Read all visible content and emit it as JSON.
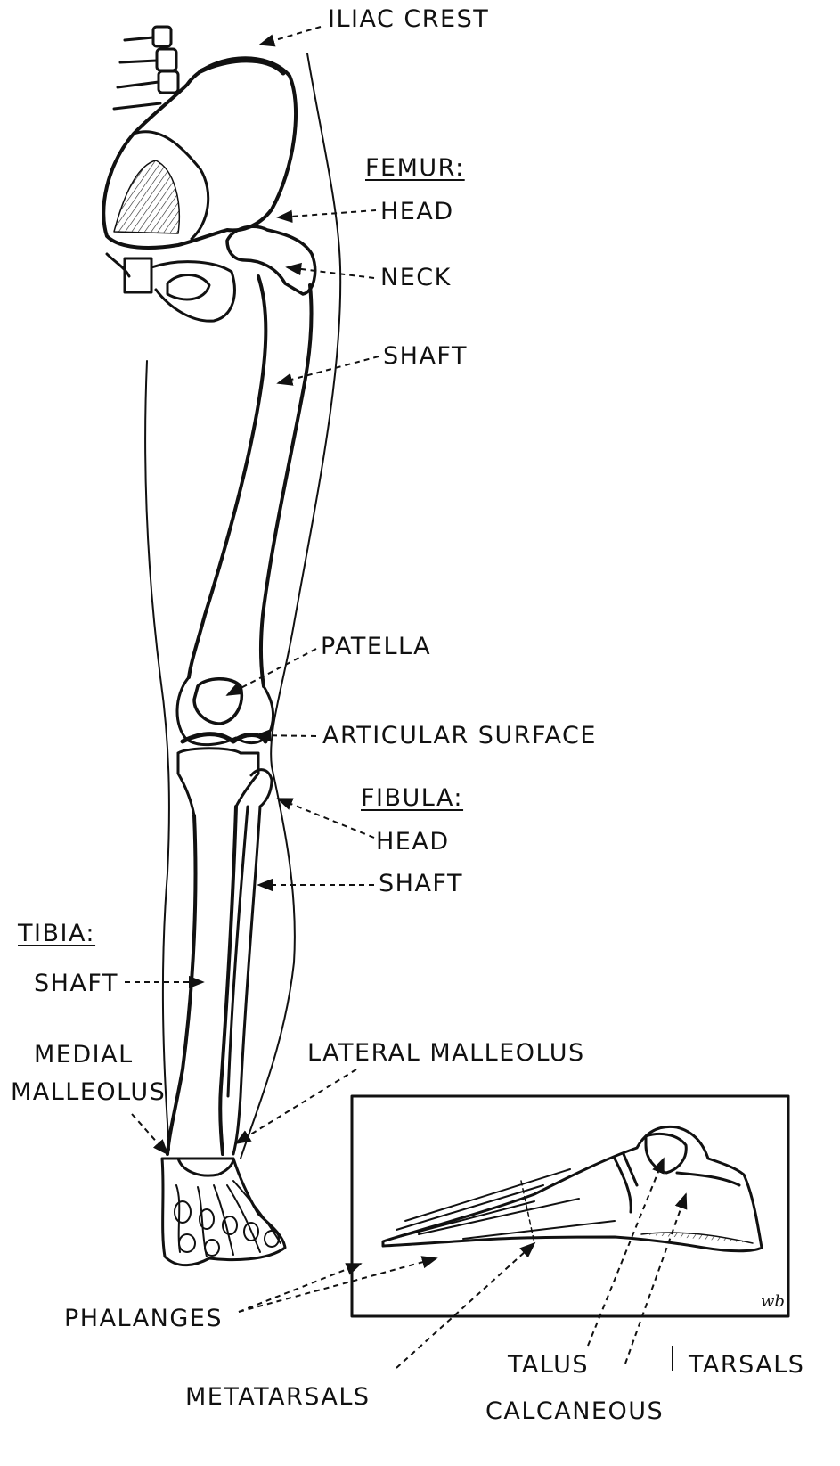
{
  "labels": {
    "iliac_crest": "ILIAC CREST",
    "femur": "FEMUR:",
    "femur_head": "HEAD",
    "femur_neck": "NECK",
    "femur_shaft": "SHAFT",
    "patella": "PATELLA",
    "articular_surface": "ARTICULAR  SURFACE",
    "fibula": "FIBULA:",
    "fibula_head": "HEAD",
    "fibula_shaft": "SHAFT",
    "tibia": "TIBIA:",
    "tibia_shaft": "SHAFT",
    "medial_malleolus_1": "MEDIAL",
    "medial_malleolus_2": "MALLEOLUS",
    "lateral_malleolus": "LATERAL MALLEOLUS",
    "phalanges": "PHALANGES",
    "metatarsals": "METATARSALS",
    "talus": "TALUS",
    "calcaneous": "CALCANEOUS",
    "tarsals": "TARSALS",
    "signature": "wb"
  }
}
